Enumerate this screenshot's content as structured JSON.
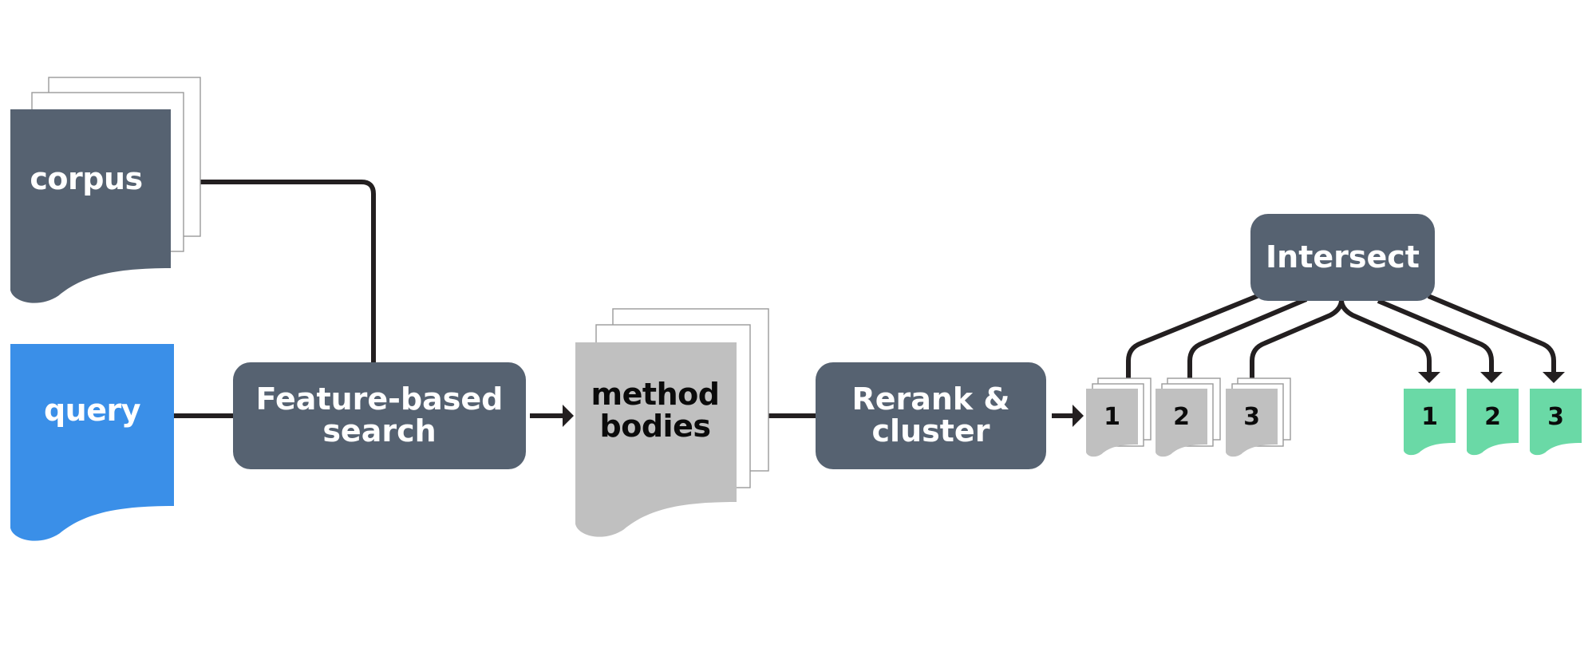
{
  "diagram": {
    "title": "Code search pipeline",
    "colors": {
      "process_box": "#566271",
      "query_doc": "#3a8fe8",
      "corpus_doc": "#566271",
      "result_doc": "#c0c0c0",
      "final_doc": "#6ad9a6",
      "connector": "#231f20",
      "sheet_outline": "#9a9a9a"
    },
    "inputs": {
      "corpus": {
        "label": "corpus"
      },
      "query": {
        "label": "query"
      }
    },
    "steps": {
      "feature_search": {
        "label": "Feature-based\nsearch"
      },
      "method_bodies": {
        "label": "method\nbodies"
      },
      "rerank_cluster": {
        "label": "Rerank &\ncluster"
      },
      "intersect": {
        "label": "Intersect"
      }
    },
    "clusters": [
      {
        "label": "1"
      },
      {
        "label": "2"
      },
      {
        "label": "3"
      }
    ],
    "outputs": [
      {
        "label": "1"
      },
      {
        "label": "2"
      },
      {
        "label": "3"
      }
    ],
    "edges": [
      {
        "from": "corpus",
        "to": "feature_search"
      },
      {
        "from": "query",
        "to": "feature_search"
      },
      {
        "from": "feature_search",
        "to": "method_bodies",
        "arrow": true
      },
      {
        "from": "method_bodies",
        "to": "rerank_cluster"
      },
      {
        "from": "rerank_cluster",
        "to": "clusters",
        "arrow": true
      },
      {
        "from": "clusters",
        "to": "intersect"
      },
      {
        "from": "intersect",
        "to": "outputs",
        "arrow": true
      }
    ]
  }
}
